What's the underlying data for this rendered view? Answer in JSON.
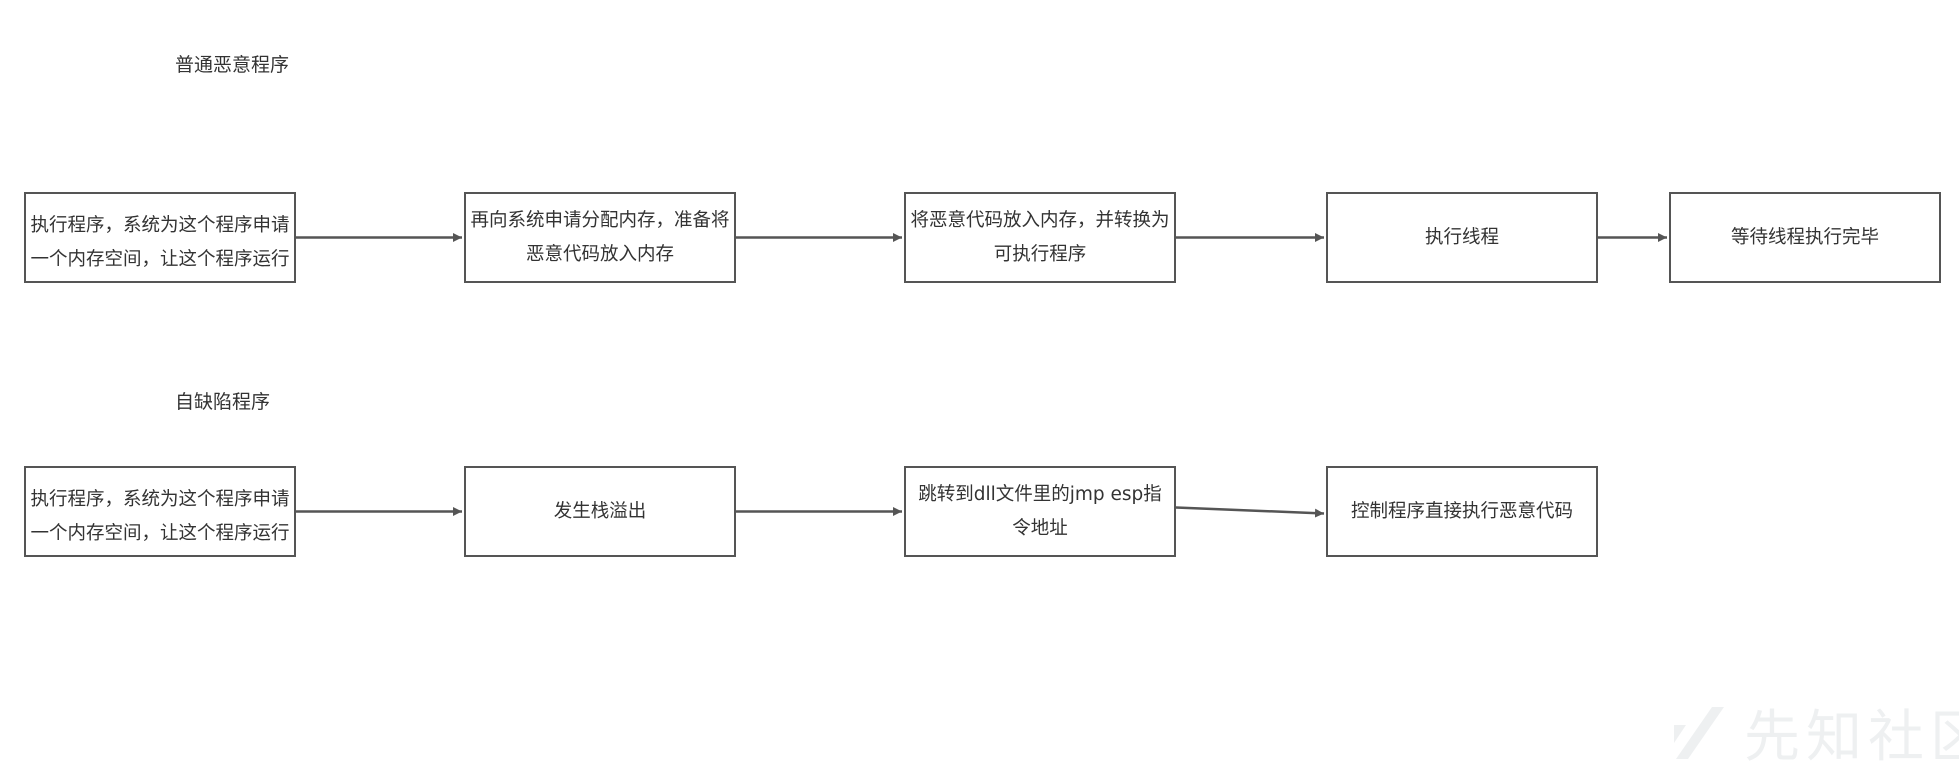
{
  "diagram": {
    "section_normal": "普通恶意程序",
    "section_defect": "自缺陷程序",
    "row1": [
      {
        "id": "n1",
        "text": "执行程序，系统为这个程序申请一个内存空间，让这个程序运行"
      },
      {
        "id": "n2",
        "text": "再向系统申请分配内存，准备将恶意代码放入内存"
      },
      {
        "id": "n3",
        "text": "将恶意代码放入内存，并转换为可执行程序"
      },
      {
        "id": "n4",
        "text": "执行线程"
      },
      {
        "id": "n5",
        "text": "等待线程执行完毕"
      }
    ],
    "row2": [
      {
        "id": "m1",
        "text": "执行程序，系统为这个程序申请一个内存空间，让这个程序运行"
      },
      {
        "id": "m2",
        "text": "发生栈溢出"
      },
      {
        "id": "m3",
        "text": "跳转到dll文件里的jmp esp指令地址"
      },
      {
        "id": "m4",
        "text": "控制程序直接执行恶意代码"
      }
    ],
    "edges": [
      {
        "from": "n1",
        "to": "n2"
      },
      {
        "from": "n2",
        "to": "n3"
      },
      {
        "from": "n3",
        "to": "n4"
      },
      {
        "from": "n4",
        "to": "n5"
      },
      {
        "from": "m1",
        "to": "m2"
      },
      {
        "from": "m2",
        "to": "m3"
      },
      {
        "from": "m3",
        "to": "m4"
      }
    ]
  },
  "watermark": {
    "text": "先知社区",
    "icon": "slash-logo-icon"
  },
  "colors": {
    "stroke": "#555555",
    "text": "#333333"
  }
}
